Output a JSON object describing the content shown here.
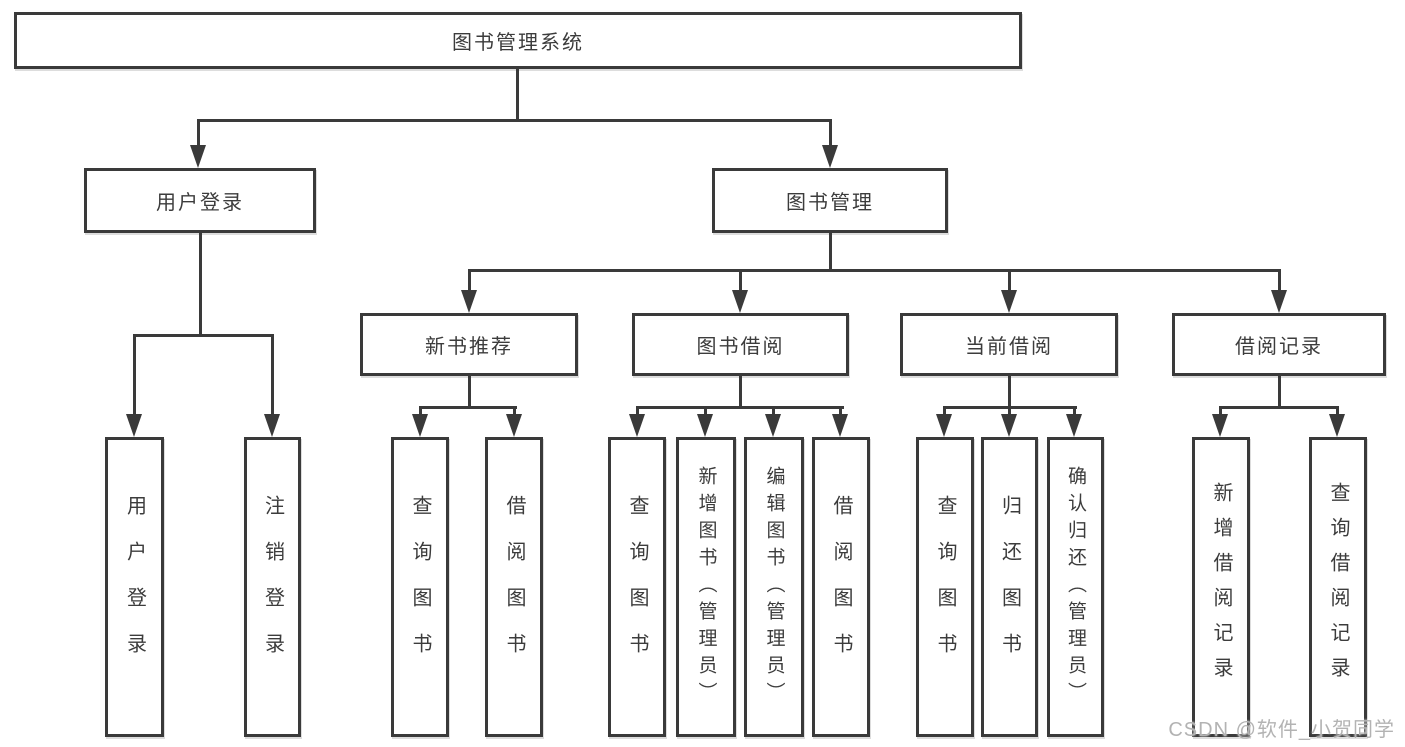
{
  "tree": {
    "label": "图书管理系统",
    "children": [
      {
        "label": "用户登录",
        "children": [
          {
            "label": "用户登录"
          },
          {
            "label": "注销登录"
          }
        ]
      },
      {
        "label": "图书管理",
        "children": [
          {
            "label": "新书推荐",
            "children": [
              {
                "label": "查询图书"
              },
              {
                "label": "借阅图书"
              }
            ]
          },
          {
            "label": "图书借阅",
            "children": [
              {
                "label": "查询图书"
              },
              {
                "label": "新增图书（管理员）"
              },
              {
                "label": "编辑图书（管理员）"
              },
              {
                "label": "借阅图书"
              }
            ]
          },
          {
            "label": "当前借阅",
            "children": [
              {
                "label": "查询图书"
              },
              {
                "label": "归还图书"
              },
              {
                "label": "确认归还（管理员）"
              }
            ]
          },
          {
            "label": "借阅记录",
            "children": [
              {
                "label": "新增借阅记录"
              },
              {
                "label": "查询借阅记录"
              }
            ]
          }
        ]
      }
    ]
  },
  "watermark": "CSDN @软件_小贺同学",
  "colors": {
    "line": "#3a3a3a",
    "text": "#3c3c3c",
    "background": "#ffffff",
    "watermark": "#b3b3b3"
  }
}
